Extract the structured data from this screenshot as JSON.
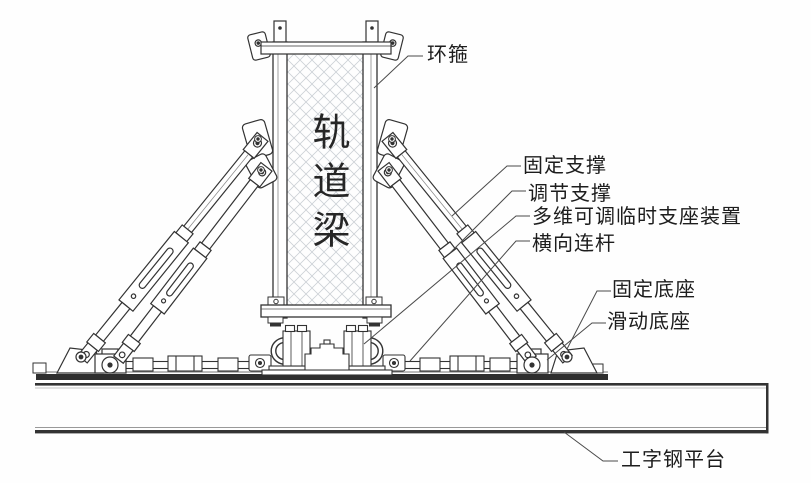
{
  "figure": {
    "beam_label": "轨道梁",
    "annotations": {
      "ring_hoop": "环箍",
      "fixed_support": "固定支撑",
      "adjustable_support": "调节支撑",
      "multi_dim_adjustable_temp_support_device": "多维可调临时支座装置",
      "transverse_link": "横向连杆",
      "fixed_base": "固定底座",
      "sliding_base": "滑动底座",
      "i_beam_platform": "工字钢平台"
    },
    "colors": {
      "line": "#333333",
      "hatch": "#ccd1d6",
      "background": "#fefefe"
    }
  }
}
